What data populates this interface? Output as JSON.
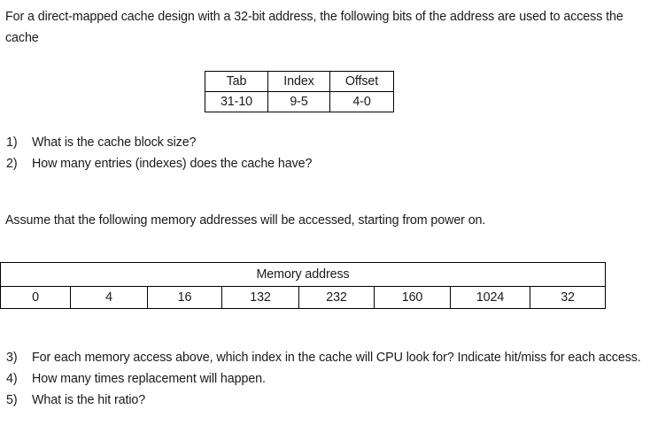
{
  "document": {
    "intro_paragraph": "For a direct-mapped cache design with a 32-bit address, the following bits of the address are used to access the cache",
    "assume_paragraph": "Assume that the following memory addresses will be accessed, starting from power on."
  },
  "address_fields_table": {
    "headers": [
      "Tab",
      "Index",
      "Offset"
    ],
    "values": [
      "31-10",
      "9-5",
      "4-0"
    ]
  },
  "memory_address_table": {
    "header": "Memory address",
    "addresses": [
      "0",
      "4",
      "16",
      "132",
      "232",
      "160",
      "1024",
      "32"
    ]
  },
  "questions_top": [
    {
      "number": "1)",
      "text": "What is the cache block size?"
    },
    {
      "number": "2)",
      "text": "How many entries (indexes) does the cache have?"
    }
  ],
  "questions_bottom": [
    {
      "number": "3)",
      "text": "For each memory access above, which index in the cache will CPU look for? Indicate hit/miss for each access."
    },
    {
      "number": "4)",
      "text": "How many times replacement will happen."
    },
    {
      "number": "5)",
      "text": "What is the hit ratio?"
    }
  ]
}
